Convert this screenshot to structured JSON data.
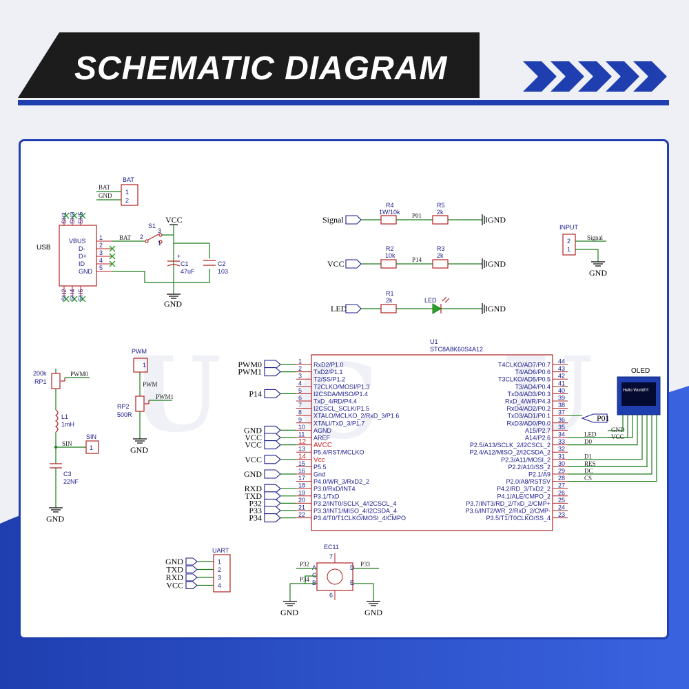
{
  "banner": {
    "title": "SCHEMATIC DIAGRAM"
  },
  "colors": {
    "accent": "#1f3fb0",
    "banner_dark": "#1c1c1c",
    "wire": "#1a7a1a",
    "part": "#b02020",
    "text": "#1a1a8c"
  },
  "battery": {
    "ref": "BAT",
    "pins": [
      "1",
      "2"
    ],
    "nets": [
      "BAT",
      "GND"
    ]
  },
  "usb": {
    "ref": "USB",
    "pins": [
      "VBUS",
      "D-",
      "D+",
      "ID",
      "GND"
    ],
    "pin_numbers": [
      "1",
      "2",
      "3",
      "4",
      "5"
    ],
    "shield_top": [
      "SH1",
      "SH3",
      "SH5"
    ],
    "shield_bottom": [
      "SH2",
      "SH4",
      "SH6"
    ],
    "net": "BAT"
  },
  "switch": {
    "ref": "S1",
    "pins": [
      "2",
      "3",
      "1"
    ]
  },
  "caps": {
    "c1_ref": "C1",
    "c1_val": "47uF",
    "c2_ref": "C2",
    "c2_val": "103"
  },
  "power": {
    "vcc": "VCC",
    "gnd": "GND"
  },
  "signal_chain": {
    "signal_port": "Signal",
    "r4_ref": "R4",
    "r4_val": "1W/10k",
    "p01": "P01",
    "r5_ref": "R5",
    "r5_val": "2k",
    "vcc_port": "VCC",
    "r2_ref": "R2",
    "r2_val": "10k",
    "p14": "P14",
    "r3_ref": "R3",
    "r3_val": "2k",
    "led_port": "LED",
    "r1_ref": "R1",
    "r1_val": "2k",
    "led_ref": "LED"
  },
  "input_conn": {
    "ref": "INPUT",
    "pins": [
      "2",
      "1"
    ],
    "net": "Signal"
  },
  "rp1": {
    "val": "200k",
    "ref": "RP1",
    "net": "PWM0"
  },
  "inductor": {
    "ref": "L1",
    "val": "1mH"
  },
  "sin": {
    "net": "SIN",
    "ref": "SIN",
    "pin": "1"
  },
  "c3": {
    "ref": "C3",
    "val": "22NF"
  },
  "pwm_conn": {
    "ref": "PWM",
    "pin": "1",
    "net": "PWM"
  },
  "rp2": {
    "ref": "RP2",
    "val": "500R",
    "net": "PWM1"
  },
  "mcu": {
    "ref": "U1",
    "part": "STC8A8K60S4A12",
    "left_pins": [
      {
        "num": "1",
        "name": "RxD2/P1.0",
        "port": "PWM0"
      },
      {
        "num": "2",
        "name": "TxD2/P1.1",
        "port": "PWM1"
      },
      {
        "num": "3",
        "name": "T2/SS/P1.2",
        "port": ""
      },
      {
        "num": "4",
        "name": "T2CLKO/MOSI/P1.3",
        "port": ""
      },
      {
        "num": "5",
        "name": "I2CSDA/MISO/P1.4",
        "port": "P14"
      },
      {
        "num": "6",
        "name": "TxD_4/RD/P4.4",
        "port": ""
      },
      {
        "num": "7",
        "name": "I2CSCL_SCLK/P1.5",
        "port": ""
      },
      {
        "num": "8",
        "name": "XTALO/MCLKO_2/RxD_3/P1.6",
        "port": ""
      },
      {
        "num": "9",
        "name": "XTALI/TxD_3/P1.7",
        "port": ""
      },
      {
        "num": "10",
        "name": "AGND",
        "port": "GND"
      },
      {
        "num": "11",
        "name": "AREF",
        "port": "VCC"
      },
      {
        "num": "12",
        "name": "AVCC",
        "port": "VCC"
      },
      {
        "num": "13",
        "name": "P5.4/RST/MCLKO",
        "port": ""
      },
      {
        "num": "14",
        "name": "Vcc",
        "port": "VCC"
      },
      {
        "num": "15",
        "name": "P5.5",
        "port": ""
      },
      {
        "num": "16",
        "name": "Gnd",
        "port": "GND"
      },
      {
        "num": "17",
        "name": "P4.0/WR_3/RxD2_2",
        "port": ""
      },
      {
        "num": "18",
        "name": "P3.0/RxD/INT4",
        "port": "RXD"
      },
      {
        "num": "19",
        "name": "P3.1/TxD",
        "port": "TXD"
      },
      {
        "num": "20",
        "name": "P3.2/INT0/SCLK_4/I2CSCL_4",
        "port": "P32"
      },
      {
        "num": "21",
        "name": "P3.3/INT1/MISO_4/I2CSDA_4",
        "port": "P33"
      },
      {
        "num": "22",
        "name": "P3.4/T0/T1CLKO/MOSI_4/CMPO",
        "port": "P34"
      }
    ],
    "right_pins": [
      {
        "num": "44",
        "name": "T4CLKO/AD7/P0.7",
        "net": ""
      },
      {
        "num": "43",
        "name": "T4/AD6/P0.6",
        "net": ""
      },
      {
        "num": "42",
        "name": "T3CLKO/AD5/P0.5",
        "net": ""
      },
      {
        "num": "41",
        "name": "T3/AD4/P0.4",
        "net": ""
      },
      {
        "num": "40",
        "name": "TxD4/AD3/P0.3",
        "net": ""
      },
      {
        "num": "39",
        "name": "RxD_4/WR/P4.3",
        "net": ""
      },
      {
        "num": "38",
        "name": "RxD4/AD2/P0.2",
        "net": ""
      },
      {
        "num": "37",
        "name": "TxD3/AD1/P0.1",
        "net": "P01"
      },
      {
        "num": "36",
        "name": "RxD3/AD0/P0.0",
        "net": ""
      },
      {
        "num": "35",
        "name": "A15/P2.7",
        "net": ""
      },
      {
        "num": "34",
        "name": "A14/P2.6",
        "net": "LED"
      },
      {
        "num": "33",
        "name": "P2.5/A13/SCLK_2/I2CSCL_2",
        "net": "D0"
      },
      {
        "num": "32",
        "name": "P2.4/A12/MISO_2/I2CSDA_2",
        "net": ""
      },
      {
        "num": "31",
        "name": "P2.3/A11/MOSI_2",
        "net": "D1"
      },
      {
        "num": "30",
        "name": "P2.2/A10/SS_2",
        "net": "RES"
      },
      {
        "num": "29",
        "name": "P2.1/A9",
        "net": "DC"
      },
      {
        "num": "28",
        "name": "P2.0/A8/RSTSV",
        "net": "CS"
      },
      {
        "num": "27",
        "name": "P4.2/RD_3/TxD2_2",
        "net": ""
      },
      {
        "num": "26",
        "name": "P4.1/ALE/CMPO_2",
        "net": ""
      },
      {
        "num": "25",
        "name": "P3.7/INT3/RD_2/TxD_2/CMP+",
        "net": ""
      },
      {
        "num": "24",
        "name": "P3.6/INT2/WR_2/RxD_2/CMP-",
        "net": ""
      },
      {
        "num": "23",
        "name": "P3.5/T1/T0CLKO/SS_4",
        "net": ""
      }
    ]
  },
  "oled": {
    "ref": "OLED",
    "screen_text": "Hello World!!!!",
    "gnd": "GND",
    "vcc": "VCC"
  },
  "uart": {
    "ref": "UART",
    "pins": [
      "1",
      "2",
      "3",
      "4"
    ],
    "ports": [
      "GND",
      "TXD",
      "RXD",
      "VCC"
    ]
  },
  "encoder": {
    "ref": "EC11",
    "pins": [
      "A",
      "C",
      "B",
      "D",
      "E"
    ],
    "p32": "P32",
    "p34": "P34",
    "p33": "P33",
    "top_pin": "7",
    "bottom_pin": "6"
  }
}
